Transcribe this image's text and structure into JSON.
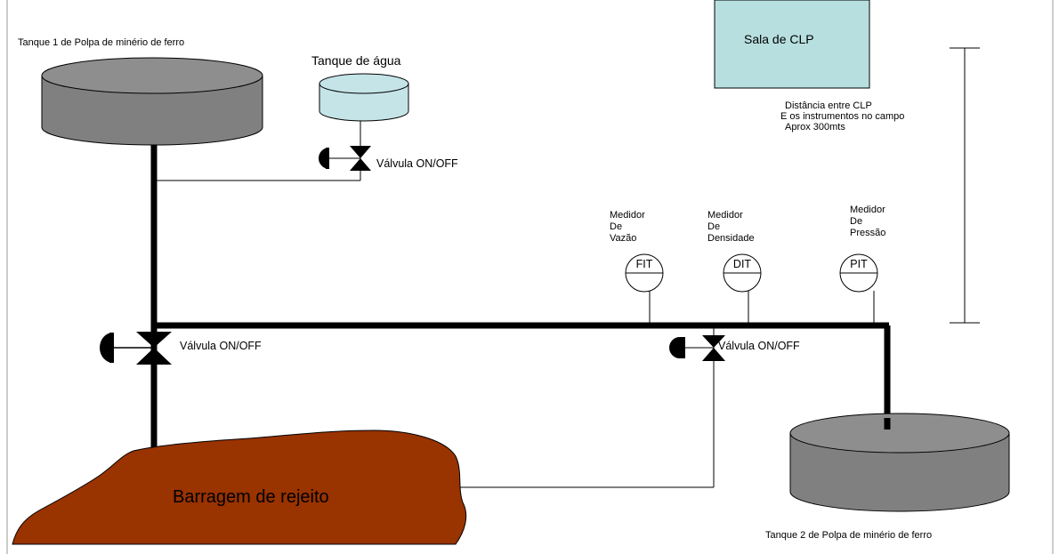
{
  "tanks": {
    "tank1_label": "Tanque 1 de Polpa de minério de ferro",
    "water_label": "Tanque de água",
    "tank2_label": "Tanque 2 de Polpa de minério de ferro"
  },
  "clp_room": {
    "label": "Sala de CLP",
    "distance_line1": "Distância entre CLP",
    "distance_line2": "E os instrumentos no campo",
    "distance_line3": "Aprox 300mts"
  },
  "valves": {
    "top_label": "Válvula ON/OFF",
    "main_label": "Válvula ON/OFF",
    "branch_label": "Válvula ON/OFF"
  },
  "instruments": [
    {
      "tag": "FIT",
      "lines": [
        "Medidor",
        "De",
        "Vazão"
      ]
    },
    {
      "tag": "DIT",
      "lines": [
        "Medidor",
        "De",
        "Densidade"
      ]
    },
    {
      "tag": "PIT",
      "lines": [
        "Medidor",
        "De",
        "Pressão"
      ]
    }
  ],
  "dam": {
    "label": "Barragem de rejeito"
  },
  "colors": {
    "tank_gray": "#808080",
    "tank_gray_top": "#8e8e8e",
    "water_tank": "#c4e4e8",
    "clp_room": "#b8dfe0",
    "dam": "#993300",
    "line": "#000000"
  }
}
